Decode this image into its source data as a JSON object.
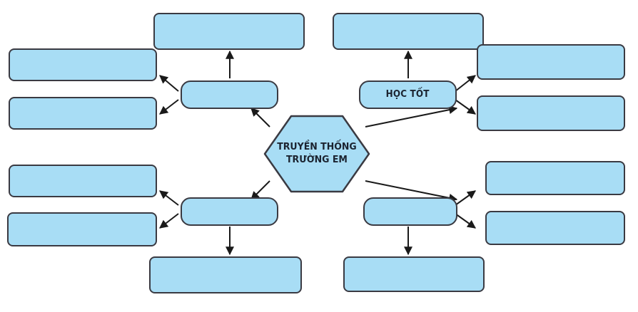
{
  "diagram": {
    "title": "TRUYỀN THỐNG TRƯỜNG EM",
    "center": {
      "label": "TRUYỀN THỐNG\nTRƯỜNG EM",
      "shape": "hexagon",
      "fill": "#A8DDF5",
      "stroke": "#3a3a42"
    },
    "colors": {
      "node_fill": "#A8DDF5",
      "node_stroke": "#3a3a42",
      "arrow": "#1a1a1a",
      "text": "#1b2330",
      "background": "#ffffff"
    },
    "branches": [
      {
        "id": "branch-top-left",
        "hub_label": "",
        "head_label": "",
        "leaf_labels": [
          "",
          ""
        ]
      },
      {
        "id": "branch-top-right",
        "hub_label": "HỌC TỐT",
        "head_label": "",
        "leaf_labels": [
          "",
          ""
        ]
      },
      {
        "id": "branch-bottom-left",
        "hub_label": "",
        "head_label": "",
        "leaf_labels": [
          "",
          ""
        ]
      },
      {
        "id": "branch-bottom-right",
        "hub_label": "",
        "head_label": "",
        "leaf_labels": [
          "",
          ""
        ]
      }
    ]
  }
}
